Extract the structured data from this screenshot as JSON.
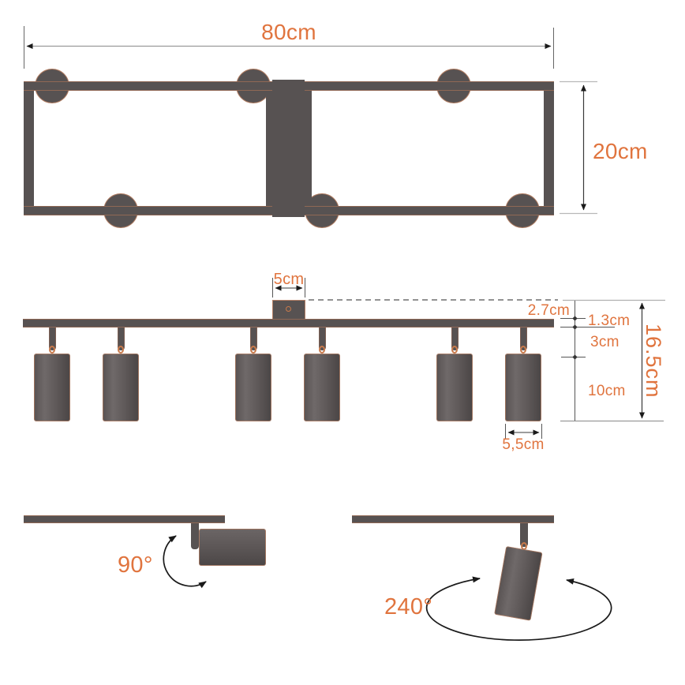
{
  "colors": {
    "accent": "#E0743E",
    "shape_gray": "#575252",
    "dim_line_dark": "#3a3a3a",
    "dim_line_light": "#b8b8b8"
  },
  "top_view": {
    "width_label": "80cm",
    "height_label": "20cm"
  },
  "side_view": {
    "canopy_width_label": "5cm",
    "ceiling_offset_label": "2.7cm",
    "rail_thickness_label": "1.3cm",
    "stem_length_label": "3cm",
    "head_height_label": "10cm",
    "total_height_label": "16.5cm",
    "head_diameter_label": "5,5cm"
  },
  "adjustability": {
    "tilt_angle_label": "90°",
    "rotation_angle_label": "240°"
  }
}
